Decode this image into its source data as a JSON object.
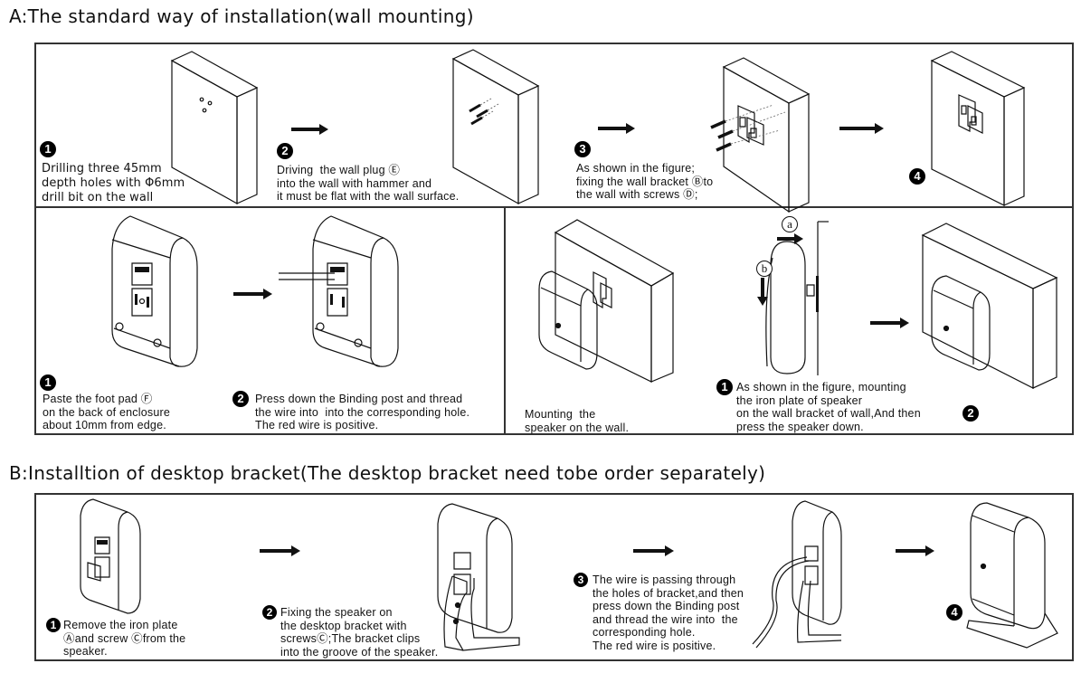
{
  "section_a": {
    "title": "A:The standard way of installation(wall mounting)",
    "row1": [
      {
        "step": "1",
        "caption": "Drilling three 45mm\ndepth holes with Φ6mm\ndrill bit on the wall"
      },
      {
        "step": "2",
        "caption": "Driving  the wall plug Ⓔ\ninto the wall with hammer and\nit must be flat with the wall surface."
      },
      {
        "step": "3",
        "caption": "As shown in the figure;\nfixing the wall bracket Ⓑto\nthe wall with screws Ⓓ;"
      },
      {
        "step": "4",
        "caption": ""
      }
    ],
    "row2_left": [
      {
        "step": "1",
        "caption": "Paste the foot pad Ⓕ\non the back of enclosure\nabout 10mm from edge."
      },
      {
        "step": "2",
        "caption": "Press down the Binding post and thread\nthe wire into  into the corresponding hole.\nThe red wire is positive."
      }
    ],
    "row2_right": {
      "mount_caption": "Mounting  the\nspeaker on the wall.",
      "step1": "1",
      "step1_caption": "As shown in the figure, mounting\nthe iron plate of speaker\non the wall bracket of wall,And then\npress the speaker down.",
      "step2": "2",
      "label_a": "a",
      "label_b": "b"
    }
  },
  "section_b": {
    "title": "B:Installtion of desktop bracket(The desktop bracket need tobe order separately)",
    "steps": [
      {
        "step": "1",
        "caption": "Remove the iron plate\nⒶand screw Ⓒfrom the\nspeaker."
      },
      {
        "step": "2",
        "caption": "Fixing the speaker on\nthe desktop bracket with\nscrewsⒸ;The bracket clips\ninto the groove of the speaker."
      },
      {
        "step": "3",
        "caption": "The wire is passing through\nthe holes of bracket,and then\npress down the Binding post\nand thread the wire into  the\ncorresponding hole.\nThe red wire is positive."
      },
      {
        "step": "4",
        "caption": ""
      }
    ]
  },
  "icons": {
    "step_badge": "filled-black-circle-number",
    "arrow": "right-arrow",
    "wall": "isometric-wall-block",
    "speaker": "speaker-enclosure",
    "bracket": "wall-bracket"
  }
}
